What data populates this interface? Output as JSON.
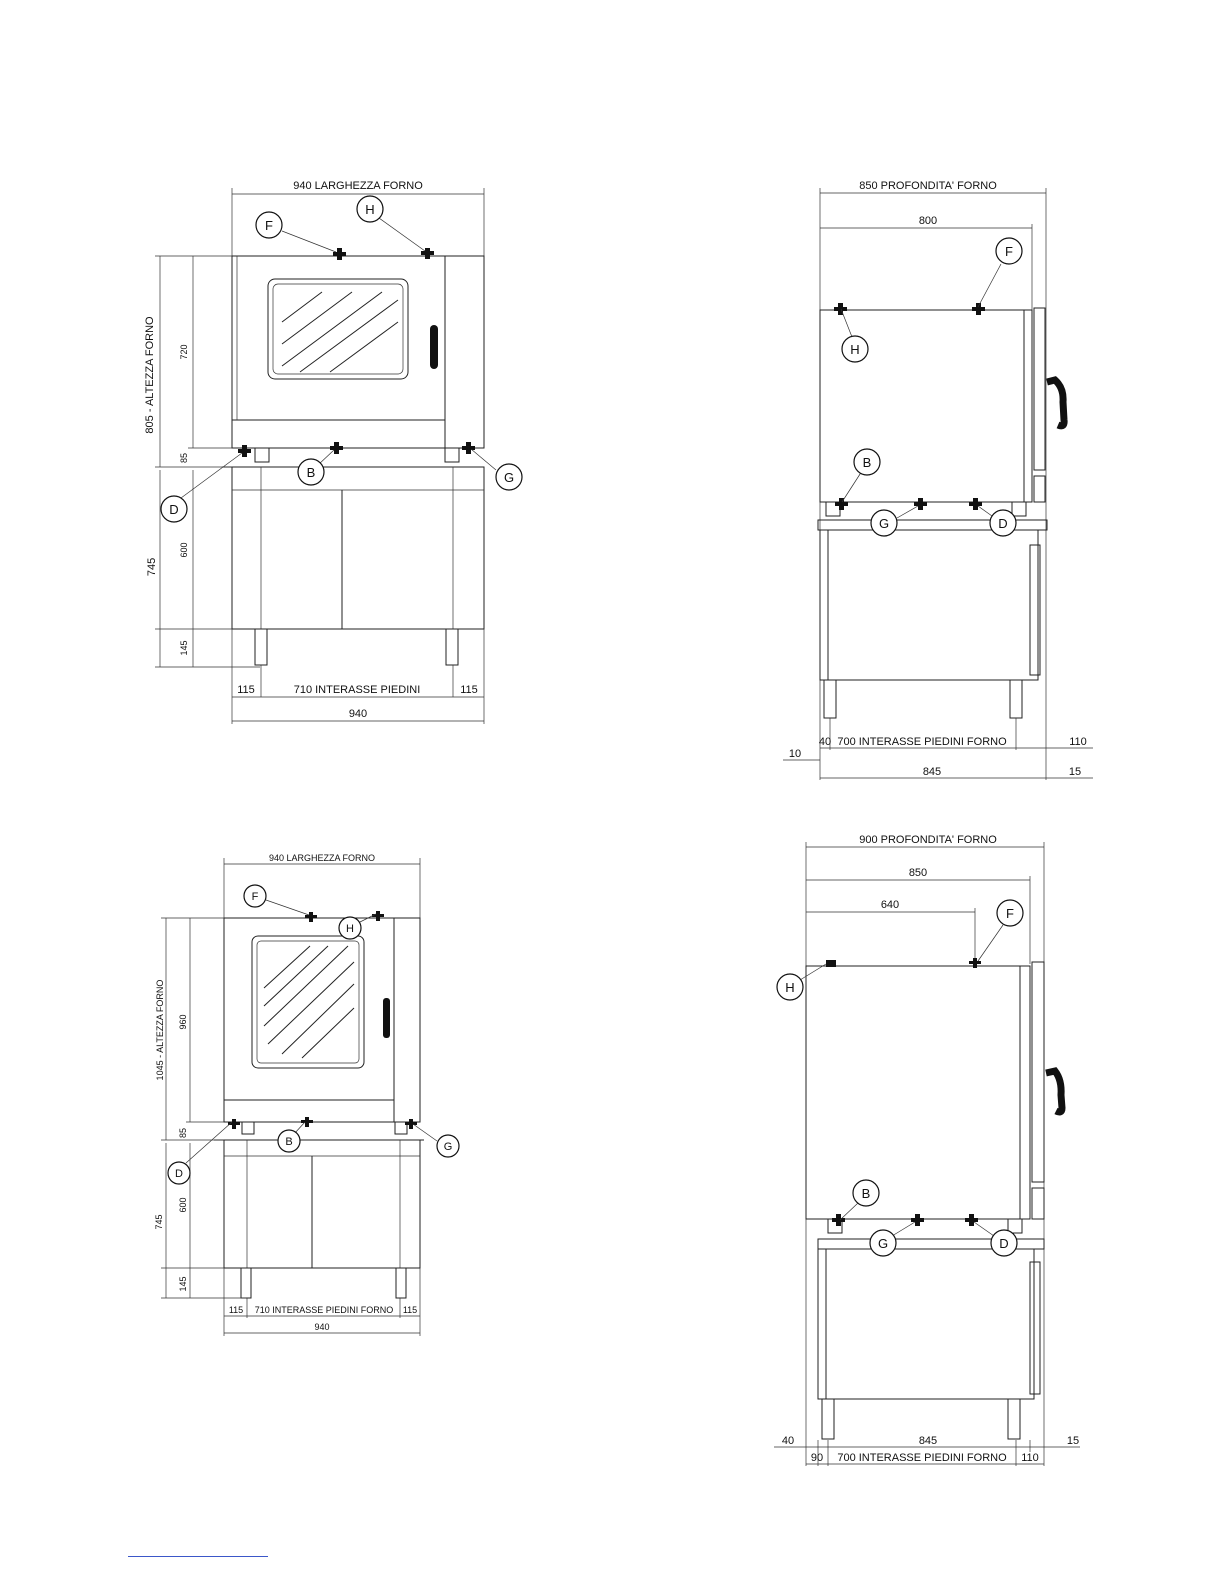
{
  "views": {
    "front_6": {
      "width_title": "940 LARGHEZZA FORNO",
      "height_title": "805 - ALTEZZA FORNO",
      "oven_h": "720",
      "base_h": "85",
      "stand_total": "745",
      "stand_cab": "600",
      "stand_leg": "145",
      "leg_left": "115",
      "leg_center": "710 INTERASSE PIEDINI",
      "leg_right": "115",
      "total_w": "940"
    },
    "side_6": {
      "depth_title": "850 PROFONDITA' FORNO",
      "depth_inner": "800",
      "leg_left": "40",
      "leg_center": "700 INTERASSE PIEDINI FORNO",
      "leg_right": "110",
      "offset_left": "10",
      "total_w": "845",
      "offset_right": "15"
    },
    "front_10": {
      "width_title": "940 LARGHEZZA FORNO",
      "height_title": "1045 - ALTEZZA FORNO",
      "oven_h": "960",
      "base_h": "85",
      "stand_total": "745",
      "stand_cab": "600",
      "stand_leg": "145",
      "leg_left": "115",
      "leg_center": "710 INTERASSE PIEDINI FORNO",
      "leg_right": "115",
      "total_w": "940"
    },
    "side_10": {
      "depth_title": "900 PROFONDITA' FORNO",
      "depth_inner": "850",
      "depth_f": "640",
      "offset_left": "40",
      "total_w": "845",
      "offset_right": "15",
      "leg_left": "90",
      "leg_center": "700 INTERASSE PIEDINI FORNO",
      "leg_right": "110"
    }
  },
  "connections": {
    "b": "B",
    "d": "D",
    "f": "F",
    "g": "G",
    "h": "H"
  }
}
